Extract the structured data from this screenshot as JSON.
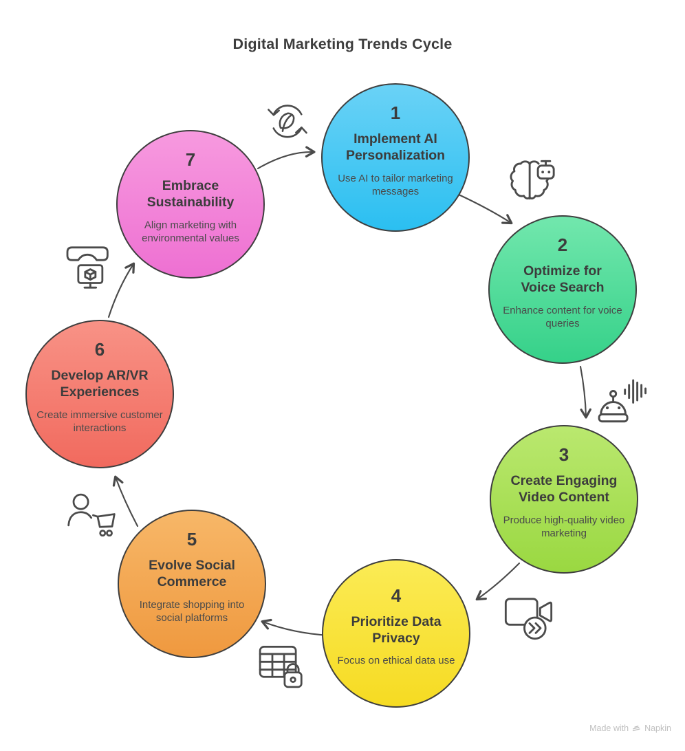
{
  "title": "Digital Marketing Trends Cycle",
  "steps": [
    {
      "number": "1",
      "title": "Implement AI Personalization",
      "description": "Use AI to tailor marketing messages",
      "color_top": "#6AD2F6",
      "color_bottom": "#2BBFF1",
      "icon": "ai-brain-icon"
    },
    {
      "number": "2",
      "title": "Optimize for Voice Search",
      "description": "Enhance content for voice queries",
      "color_top": "#72E7AD",
      "color_bottom": "#35D189",
      "icon": "voice-assistant-icon"
    },
    {
      "number": "3",
      "title": "Create Engaging Video Content",
      "description": "Produce high-quality video marketing",
      "color_top": "#BAE86F",
      "color_bottom": "#9AD841",
      "icon": "video-camera-icon"
    },
    {
      "number": "4",
      "title": "Prioritize Data Privacy",
      "description": "Focus on ethical data use",
      "color_top": "#FBEB55",
      "color_bottom": "#F6DB22",
      "icon": "data-table-lock-icon"
    },
    {
      "number": "5",
      "title": "Evolve Social Commerce",
      "description": "Integrate shopping into social platforms",
      "color_top": "#F7B768",
      "color_bottom": "#EF993F",
      "icon": "person-cart-icon"
    },
    {
      "number": "6",
      "title": "Develop AR/VR Experiences",
      "description": "Create immersive customer interactions",
      "color_top": "#F89286",
      "color_bottom": "#F16A5E",
      "icon": "vr-headset-icon"
    },
    {
      "number": "7",
      "title": "Embrace Sustainability",
      "description": "Align marketing with environmental values",
      "color_top": "#F79ADF",
      "color_bottom": "#EE70D2",
      "icon": "leaf-recycle-icon"
    }
  ],
  "footer": {
    "made_with": "Made with",
    "brand": "Napkin"
  },
  "colors": {
    "background": "#ffffff",
    "heading": "#3d3d3d",
    "outline": "#3e3e3e",
    "arrow": "#4a4a4a",
    "icon_stroke": "#4b4b4b",
    "circle_text": "#3c3c3c",
    "description_text": "#4a4a4a",
    "footer_text": "#c0c0c0"
  }
}
